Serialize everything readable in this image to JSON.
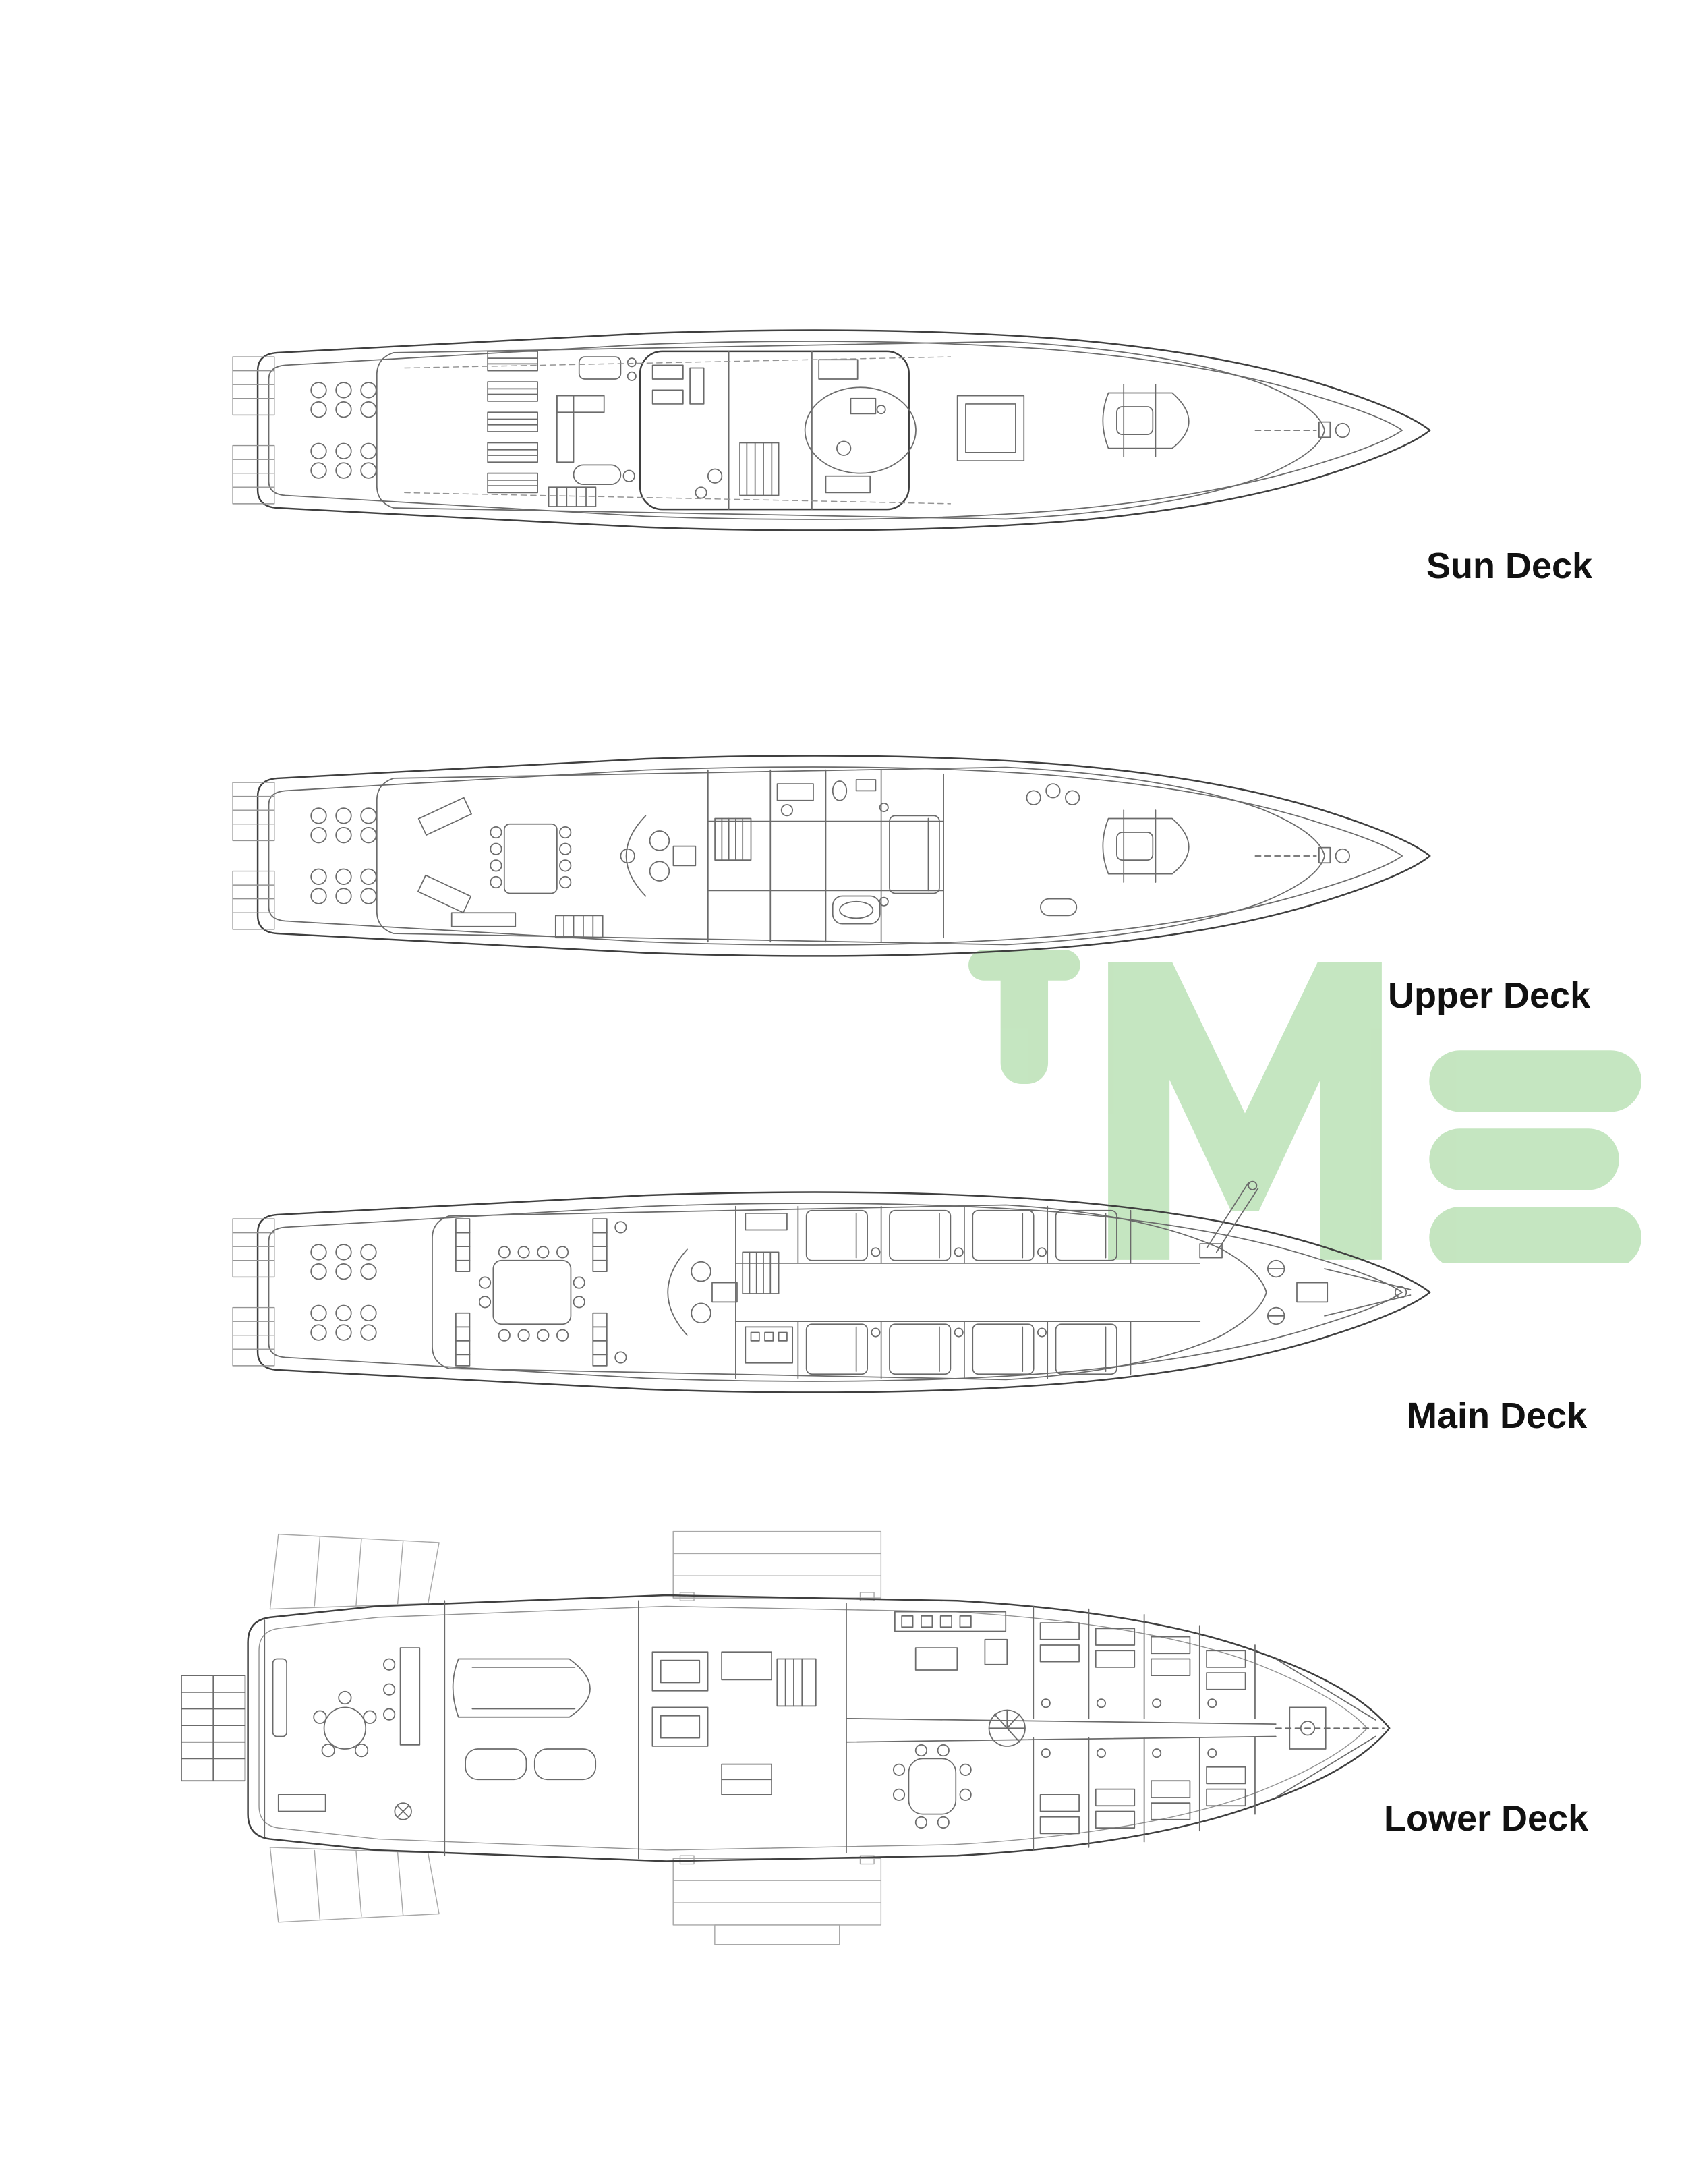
{
  "page": {
    "background": "#ffffff"
  },
  "diagram": {
    "type": "yacht-deck-plans",
    "decks": [
      {
        "id": "sun-deck",
        "label": "Sun Deck"
      },
      {
        "id": "upper-deck",
        "label": "Upper Deck"
      },
      {
        "id": "main-deck",
        "label": "Main Deck"
      },
      {
        "id": "lower-deck",
        "label": "Lower Deck"
      }
    ],
    "watermark": {
      "name": "green-logo-watermark",
      "color": "#bfe3ba"
    },
    "line_color": "#3f3f3f",
    "label_color": "#111111"
  }
}
